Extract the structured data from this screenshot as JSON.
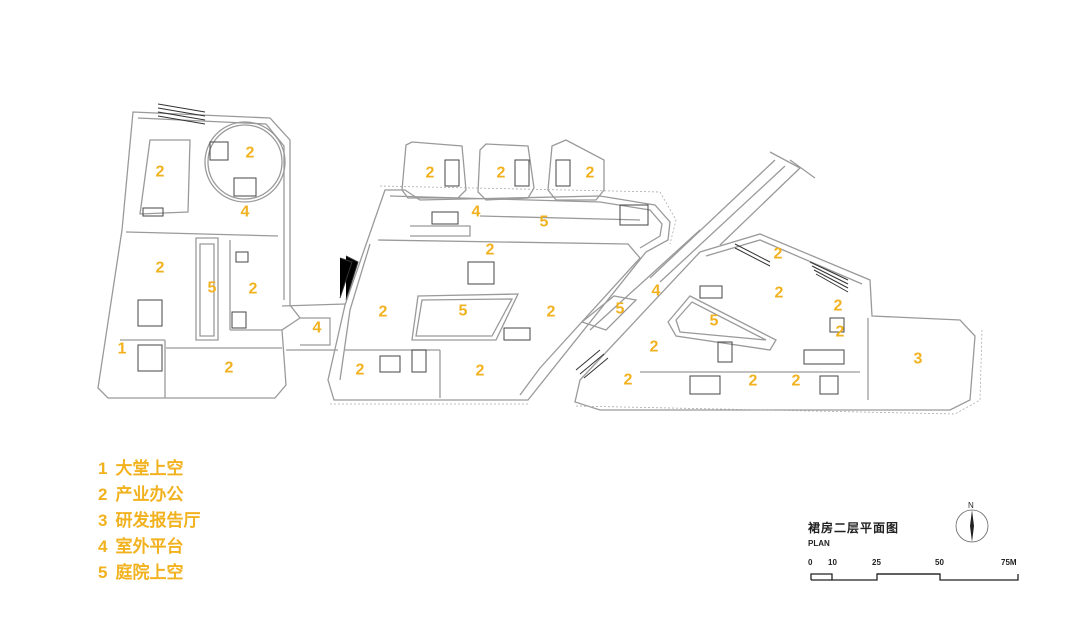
{
  "drawing": {
    "title_cn": "裙房二层平面图",
    "title_en": "PLAN",
    "north_label": "N",
    "scale": [
      "0",
      "10",
      "25",
      "50",
      "75M"
    ]
  },
  "legend": [
    {
      "num": "1",
      "text": "大堂上空"
    },
    {
      "num": "2",
      "text": "产业办公"
    },
    {
      "num": "3",
      "text": "研发报告厅"
    },
    {
      "num": "4",
      "text": "室外平台"
    },
    {
      "num": "5",
      "text": "庭院上空"
    }
  ],
  "zone_labels": [
    "2",
    "2",
    "4",
    "2",
    "5",
    "2",
    "1",
    "2",
    "2",
    "2",
    "2",
    "4",
    "5",
    "2",
    "2",
    "5",
    "2",
    "2",
    "4",
    "4",
    "5",
    "2",
    "2",
    "5",
    "2",
    "2",
    "2",
    "3",
    "2",
    "2",
    "2",
    "2"
  ],
  "colors": {
    "label": "#f2b21f",
    "line": "#9a9a9a",
    "dark": "#333333"
  }
}
